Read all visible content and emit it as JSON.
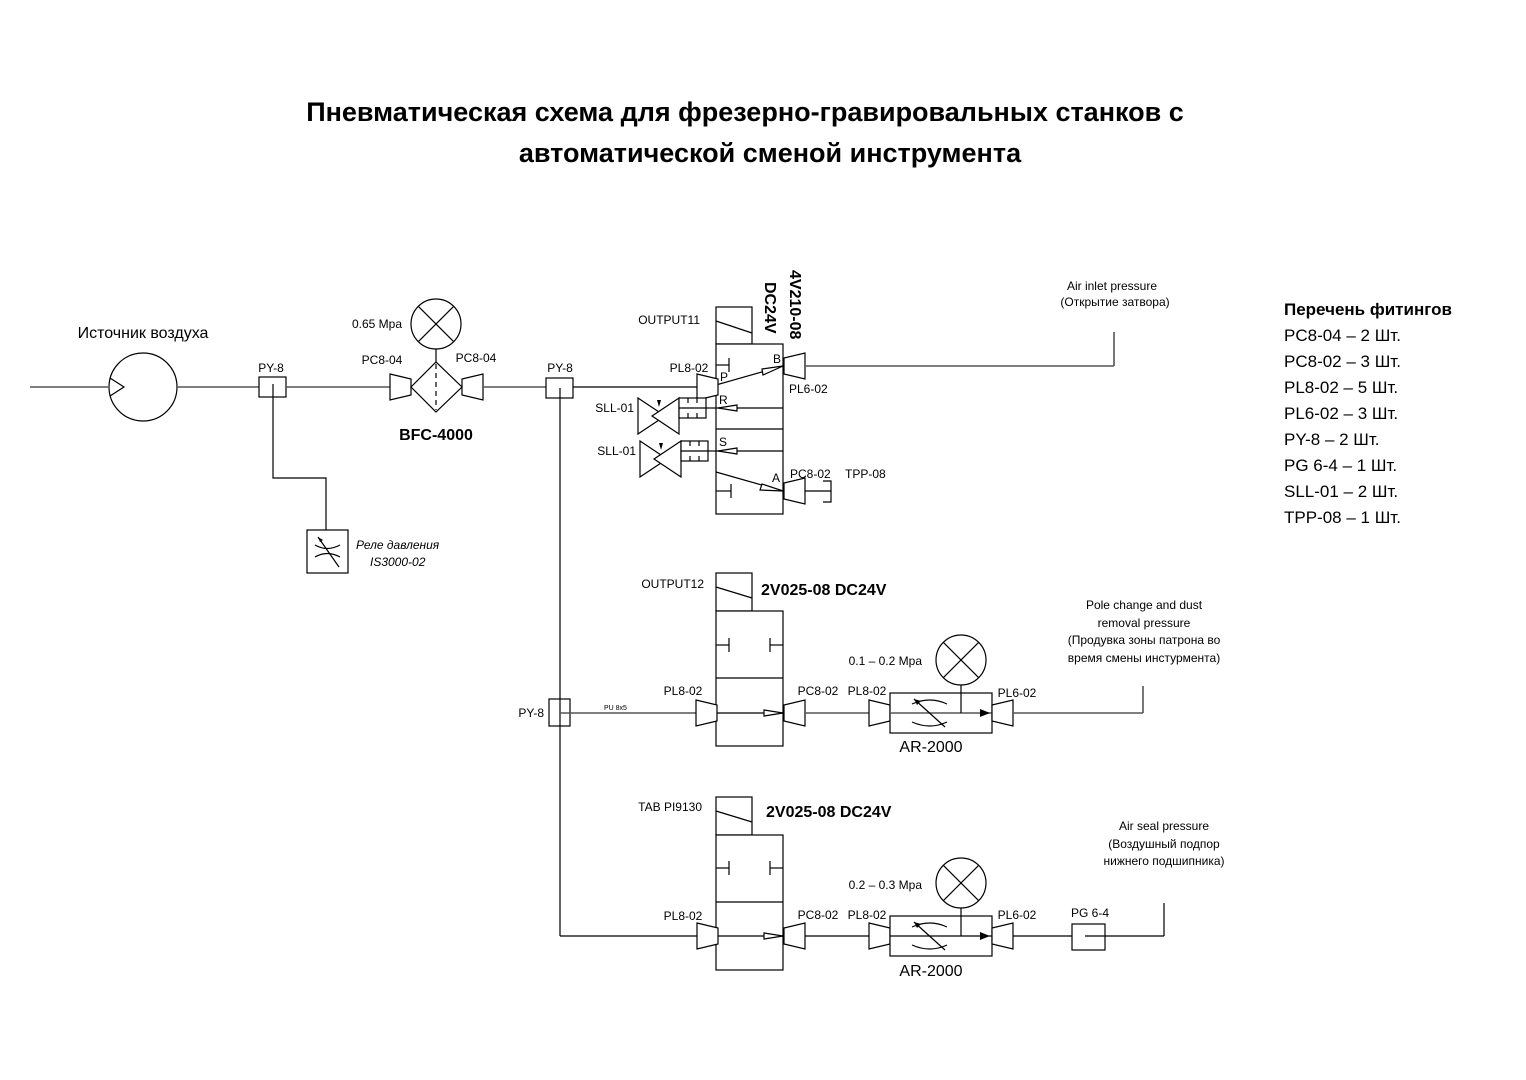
{
  "title": {
    "line1": "Пневматическая схема для фрезерно-гравировальных станков с",
    "line2": "автоматической сменой инструмента"
  },
  "source": {
    "label": "Источник воздуха",
    "junction": "PY-8"
  },
  "pressure_relay": {
    "line1": "Реле давления",
    "line2": "IS3000-02"
  },
  "filter": {
    "gauge": "0.65 Mpa",
    "fitting_in": "PC8-04",
    "fitting_out": "PC8-04",
    "model": "BFC-4000"
  },
  "main_junction": "PY-8",
  "valve1": {
    "signal": "OUTPUT11",
    "model_line1": "4V210-08",
    "model_line2": "DC24V",
    "fitting_p": "PL8-02",
    "fitting_b": "PL6-02",
    "fitting_a": "PC8-02",
    "plug": "TPP-08",
    "silencer1": "SLL-01",
    "silencer2": "SLL-01",
    "port_p": "P",
    "port_b": "B",
    "port_r": "R",
    "port_s": "S",
    "port_a": "A",
    "output_line1": "Air inlet pressure",
    "output_line2": "(Открытие затвора)"
  },
  "branch_junction": "PY-8",
  "tube_label": "PU 8x5",
  "valve2": {
    "signal": "OUTPUT12",
    "model": "2V025-08 DC24V",
    "fitting_in": "PL8-02",
    "fitting_out": "PC8-02",
    "regulator_in": "PL8-02",
    "regulator_out": "PL6-02",
    "gauge": "0.1 – 0.2 Mpa",
    "regulator": "AR-2000",
    "output_line1": "Pole change and dust",
    "output_line2": "removal pressure",
    "output_line3": "(Продувка зоны патрона во",
    "output_line4": "время смены инстурмента)"
  },
  "valve3": {
    "signal": "TAB PI9130",
    "model": "2V025-08 DC24V",
    "fitting_in": "PL8-02",
    "fitting_out": "PC8-02",
    "regulator_in": "PL8-02",
    "regulator_out": "PL6-02",
    "gauge": "0.2 – 0.3 Mpa",
    "regulator": "AR-2000",
    "end_fitting": "PG 6-4",
    "output_line1": "Air seal pressure",
    "output_line2": "(Воздушный подпор",
    "output_line3": "нижнего подшипника)"
  },
  "fittings_list": {
    "heading": "Перечень фитингов",
    "items": [
      "PC8-04 – 2 Шт.",
      "PC8-02 – 3 Шт.",
      "PL8-02 – 5 Шт.",
      "PL6-02 – 3 Шт.",
      "PY-8 – 2 Шт.",
      "PG 6-4 – 1 Шт.",
      "SLL-01 – 2 Шт.",
      "TPP-08 – 1 Шт."
    ]
  }
}
